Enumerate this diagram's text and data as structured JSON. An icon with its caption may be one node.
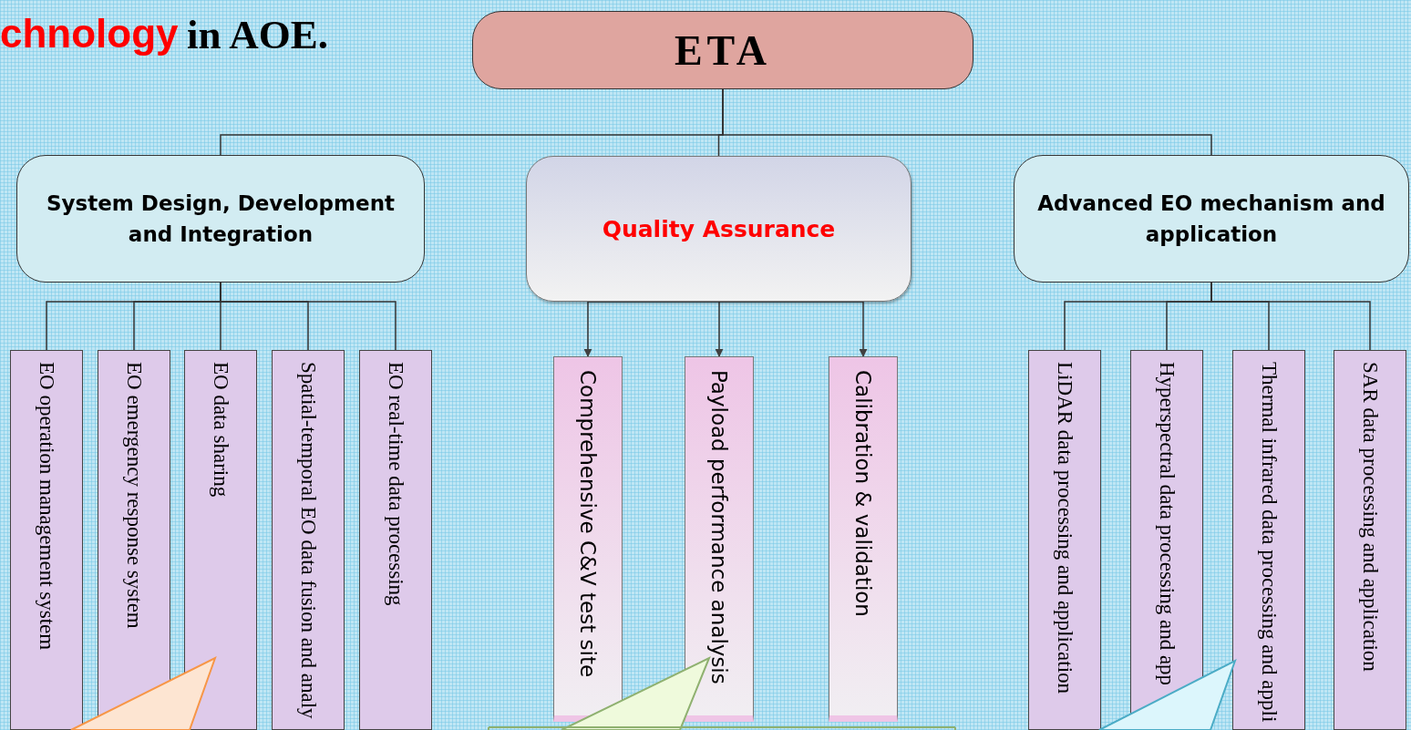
{
  "diagram": {
    "nodes": [
      {
        "text": [
          "ETA"
        ]
      },
      {
        "text": [
          "System Design, Development and Integration"
        ]
      },
      {
        "text": [
          "Quality Assurance"
        ]
      },
      {
        "text": [
          "Advanced EO mechanism and application"
        ]
      },
      {
        "text": [
          "EO operation management system"
        ]
      },
      {
        "text": [
          "EO emergency response system"
        ]
      },
      {
        "text": [
          "EO data sharing"
        ]
      },
      {
        "text": [
          "Spatial-temporal EO data fusion and analy"
        ]
      },
      {
        "text": [
          "EO real-time data processing"
        ]
      },
      {
        "text": [
          "Comprehensive C&V test site"
        ]
      },
      {
        "text": [
          "Payload performance analysis"
        ]
      },
      {
        "text": [
          "Calibration & validation"
        ]
      },
      {
        "text": [
          "LiDAR data processing and application"
        ]
      },
      {
        "text": [
          "Hyperspectral data processing and app"
        ]
      },
      {
        "text": [
          "Thermal infrared data processing and appli"
        ]
      },
      {
        "text": [
          "SAR data processing and application"
        ]
      },
      {
        "text": [],
        "shape": "bubble"
      },
      {
        "text": [],
        "shape": "bubble"
      },
      {
        "text": [],
        "shape": "bubble"
      }
    ],
    "edges": [
      {
        "from": 0,
        "to": 1,
        "arrow": "none"
      },
      {
        "from": 0,
        "to": 2,
        "arrow": "none"
      },
      {
        "from": 0,
        "to": 3,
        "arrow": "none"
      },
      {
        "from": 1,
        "to": 4,
        "arrow": "none"
      },
      {
        "from": 1,
        "to": 5,
        "arrow": "none"
      },
      {
        "from": 1,
        "to": 6,
        "arrow": "none"
      },
      {
        "from": 1,
        "to": 7,
        "arrow": "none"
      },
      {
        "from": 1,
        "to": 8,
        "arrow": "none"
      },
      {
        "from": 2,
        "to": 9,
        "arrow": "to"
      },
      {
        "from": 2,
        "to": 10,
        "arrow": "to"
      },
      {
        "from": 2,
        "to": 11,
        "arrow": "to"
      },
      {
        "from": 3,
        "to": 12,
        "arrow": "none"
      },
      {
        "from": 3,
        "to": 13,
        "arrow": "none"
      },
      {
        "from": 3,
        "to": 14,
        "arrow": "none"
      },
      {
        "from": 3,
        "to": 15,
        "arrow": "none"
      }
    ],
    "labels": [
      "chnology",
      "in AOE."
    ]
  }
}
